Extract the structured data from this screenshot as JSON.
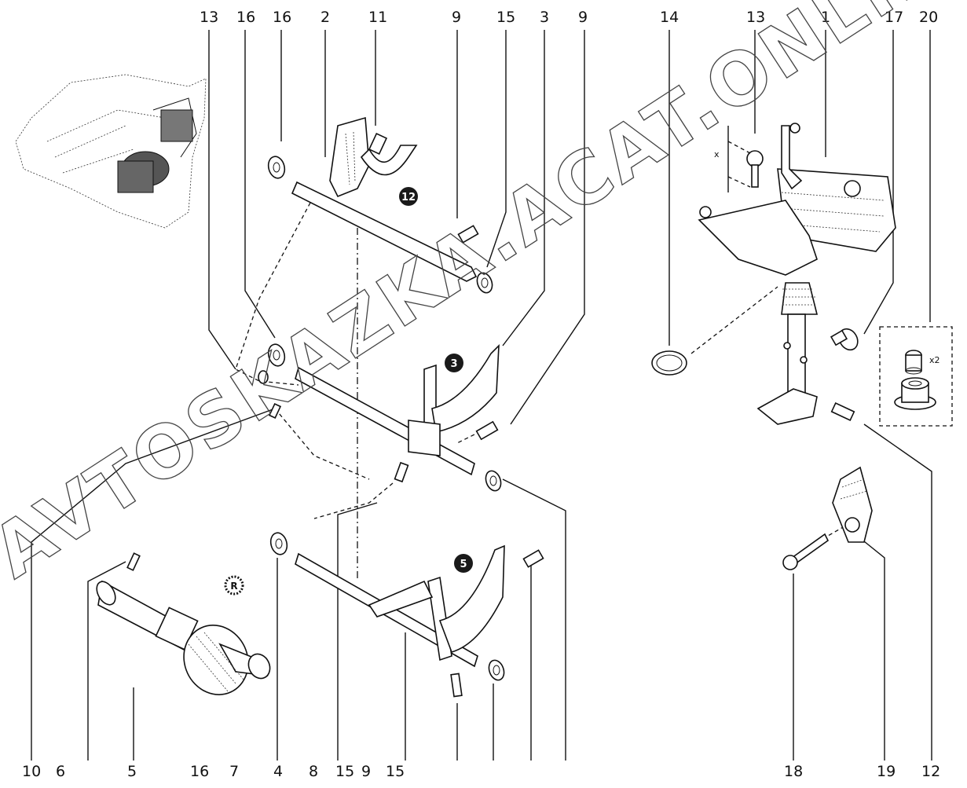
{
  "diagram": {
    "title": "Gearbox gear selector mechanism – exploded view",
    "watermark": "AVTOSKAZKA.ACAT.ONLINE",
    "callouts_top": [
      "13",
      "16",
      "16",
      "2",
      "11",
      "9",
      "15",
      "3",
      "9",
      "14",
      "13",
      "1",
      "17",
      "20"
    ],
    "callouts_bottom": [
      "10",
      "6",
      "5",
      "16",
      "7",
      "4",
      "8",
      "15",
      "9",
      "15",
      "18",
      "19",
      "12"
    ],
    "gear_markers": [
      "12",
      "3",
      "5",
      "R"
    ],
    "kit_quantity_label": "x2",
    "dimension_label": "x",
    "colors": {
      "line": "#111111",
      "background": "#ffffff",
      "watermark": "#444444"
    }
  }
}
